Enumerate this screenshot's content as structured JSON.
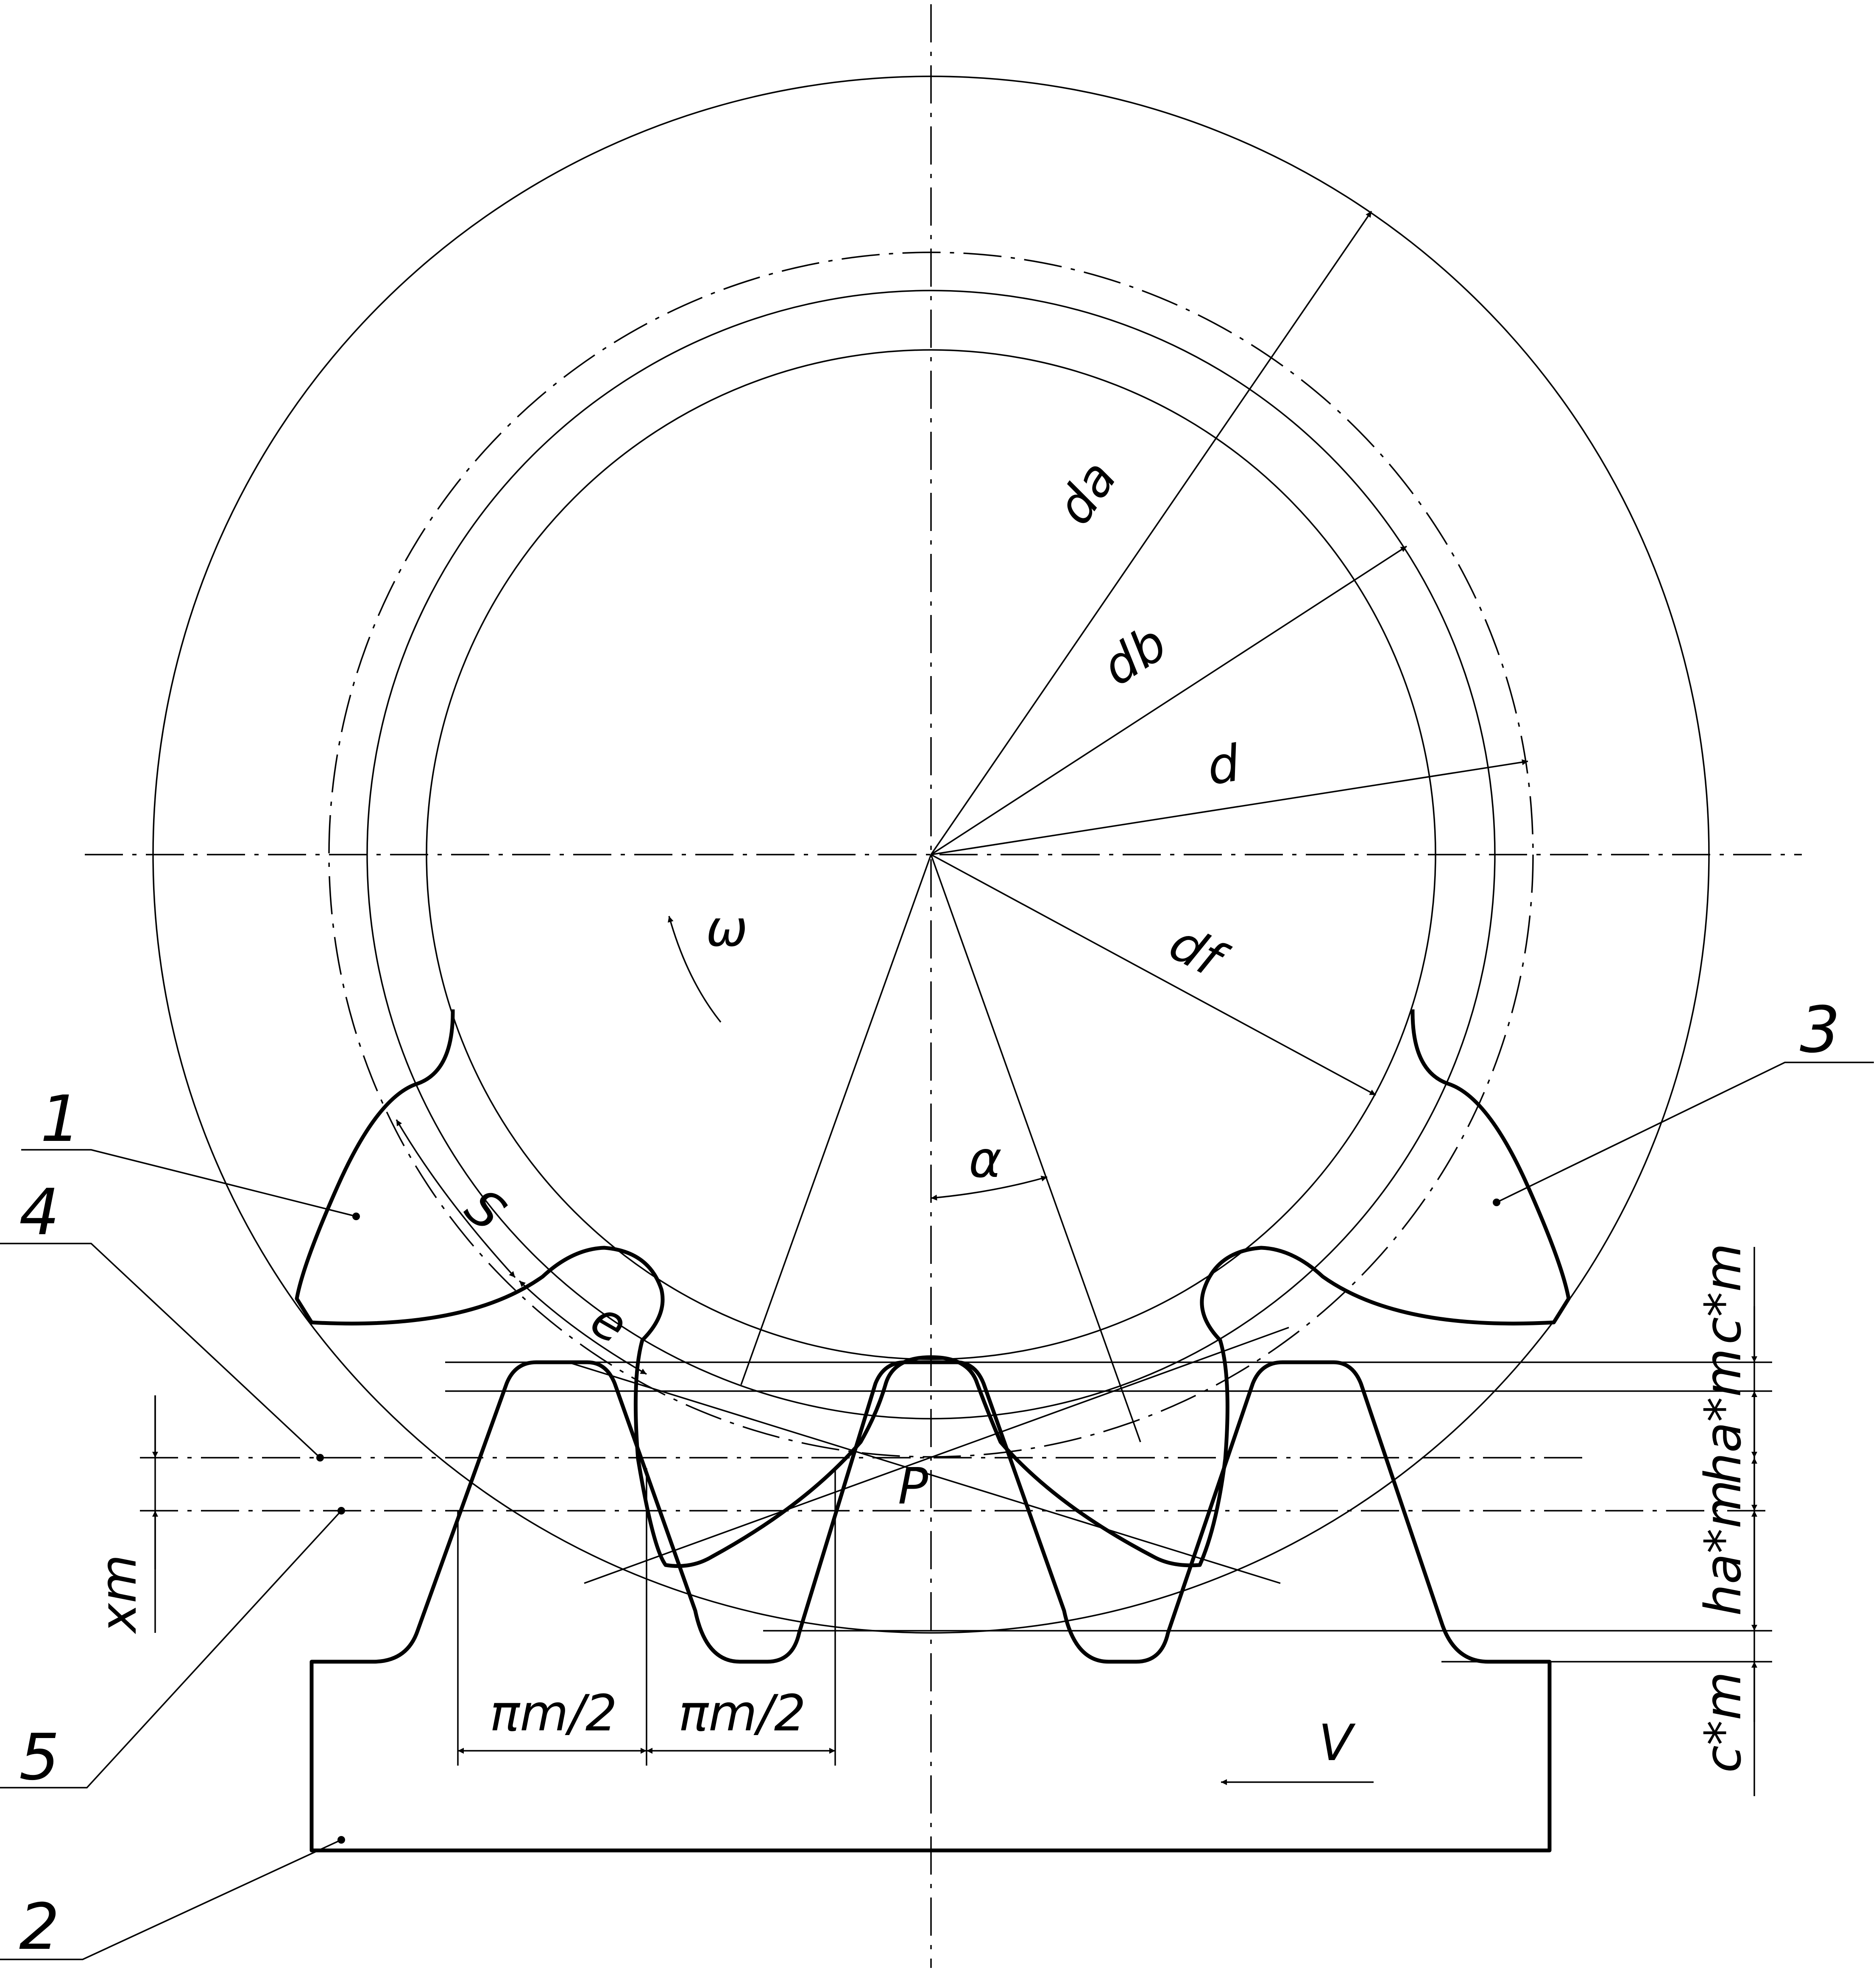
{
  "diagram": {
    "callouts": {
      "c1": "1",
      "c2": "2",
      "c3": "3",
      "c4": "4",
      "c5": "5"
    },
    "labels": {
      "da": "da",
      "db": "db",
      "d": "d",
      "df": "df",
      "omega": "ω",
      "alpha": "α",
      "s": "S",
      "e": "e",
      "p": "P",
      "v": "V",
      "xm": "xm",
      "pitch_half_left": "πm/2",
      "pitch_half_right": "πm/2",
      "c_m_top": "c*m",
      "ha_m_upper": "ha*m",
      "ha_m_lower": "ha*m",
      "c_m_bottom": "c*m"
    }
  }
}
